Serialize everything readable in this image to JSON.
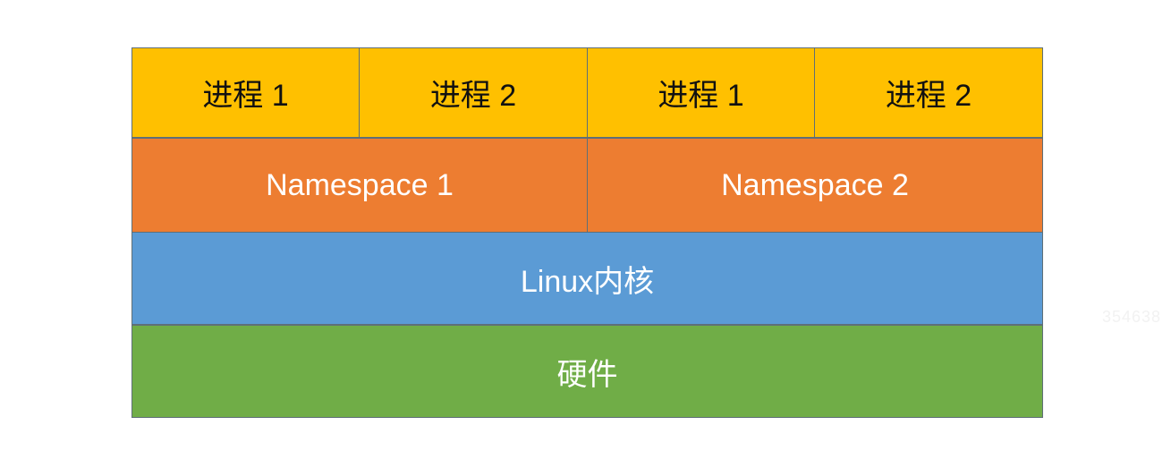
{
  "colors": {
    "process": "#FFC000",
    "namespace": "#ED7D31",
    "kernel": "#5B9BD5",
    "hardware": "#70AD47",
    "border": "#5F6F77"
  },
  "processes": [
    {
      "label": "进程 1"
    },
    {
      "label": "进程 2"
    },
    {
      "label": "进程 1"
    },
    {
      "label": "进程 2"
    }
  ],
  "namespaces": [
    {
      "label": "Namespace 1"
    },
    {
      "label": "Namespace 2"
    }
  ],
  "kernel": {
    "label": "Linux内核"
  },
  "hardware": {
    "label": "硬件"
  },
  "watermark": {
    "text": "354638"
  }
}
